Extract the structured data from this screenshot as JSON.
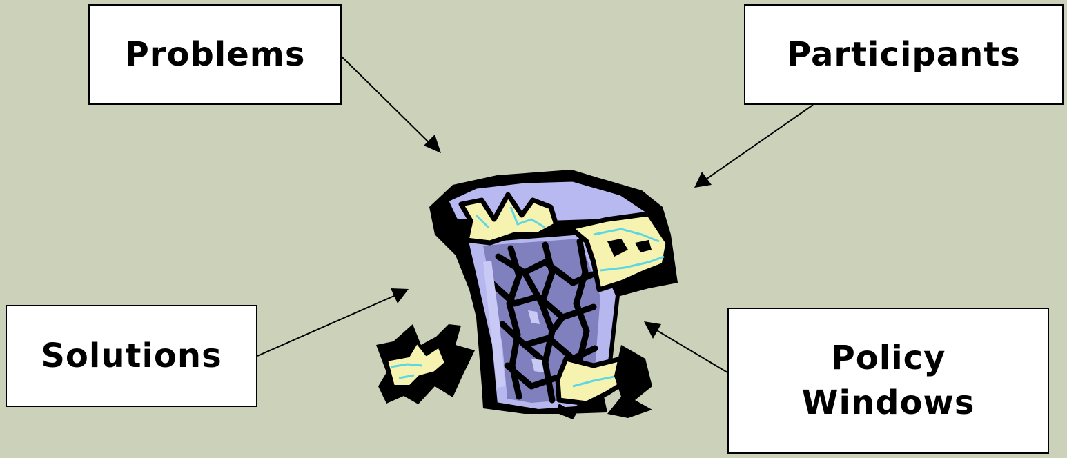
{
  "diagram": {
    "background_color": "#ccd1b9",
    "nodes": {
      "problems": {
        "label": "Problems"
      },
      "participants": {
        "label": "Participants"
      },
      "solutions": {
        "label": "Solutions"
      },
      "policy_windows": {
        "label": "Policy\nWindows"
      }
    },
    "center": {
      "icon": "garbage-can-icon"
    },
    "edges": [
      {
        "from": "problems",
        "to": "garbage-can"
      },
      {
        "from": "participants",
        "to": "garbage-can"
      },
      {
        "from": "solutions",
        "to": "garbage-can"
      },
      {
        "from": "policy_windows",
        "to": "garbage-can"
      }
    ]
  }
}
